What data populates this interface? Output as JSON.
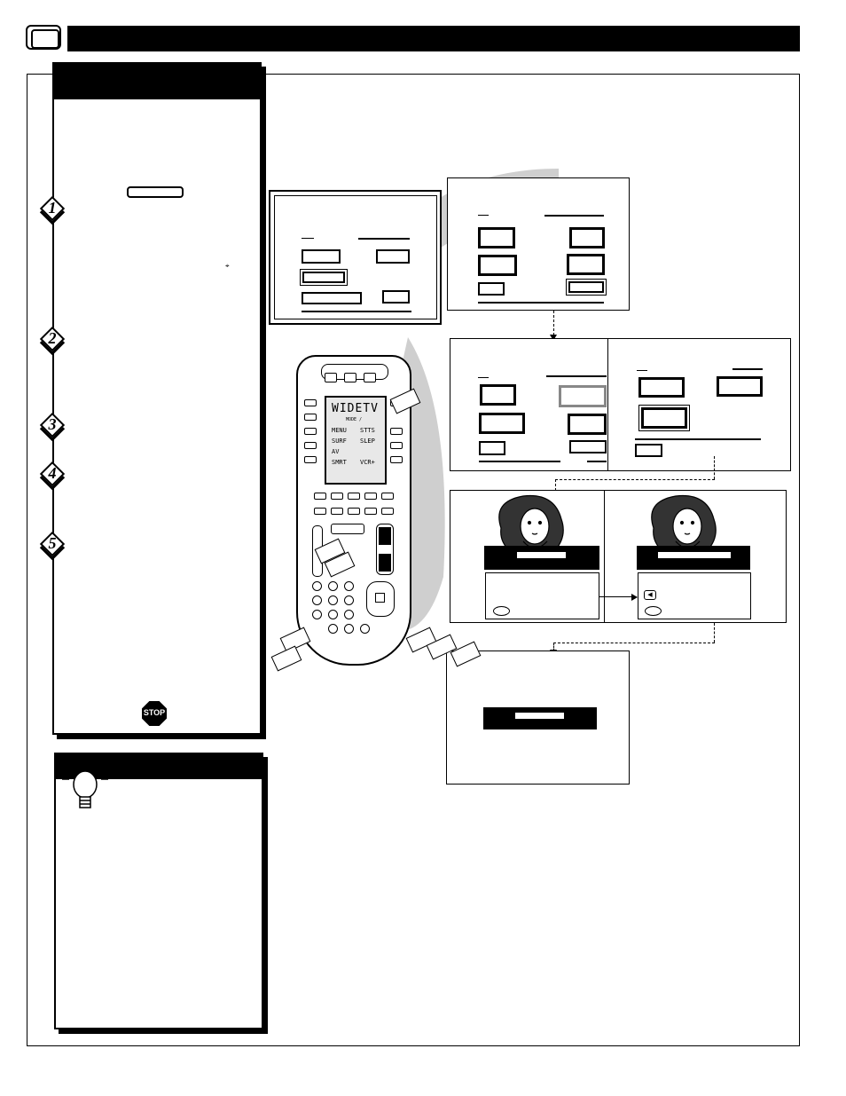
{
  "remote": {
    "brand": "WIDETV",
    "mode": "MODE /",
    "keys": [
      "MENU",
      "STTS",
      "SURF",
      "SLEP",
      "AV",
      "SMRT",
      "VCR+"
    ]
  },
  "stop_sign": "STOP",
  "icons": [
    "tv-icon",
    "step-diamond-icon",
    "stop-sign-icon",
    "light-bulb-icon",
    "remote-control-icon",
    "pointing-hand-icon",
    "woman-portrait-icon",
    "left-arrow-icon"
  ]
}
